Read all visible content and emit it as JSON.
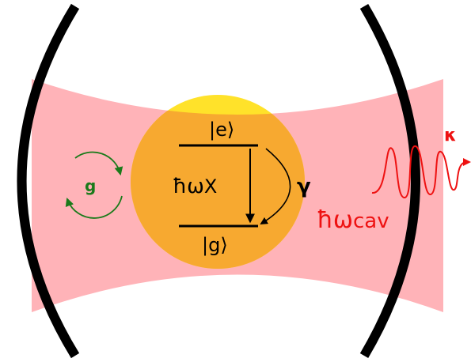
{
  "labels": {
    "excited_state": "|e⟩",
    "ground_state": "|g⟩",
    "transition_energy": "ħωX",
    "transition_energy_main": "ħω",
    "transition_energy_sub": "X",
    "decay_rate": "γ",
    "coupling": "g",
    "cavity_energy": "ħωcav",
    "cavity_energy_main": "ħω",
    "cavity_energy_sub": "cav",
    "cavity_loss": "κ"
  },
  "colors": {
    "mirror": "#000000",
    "cavity_mode": "#ffb3b8",
    "emitter": "#ffe22a",
    "overlap": "#f7a930",
    "levels": "#000000",
    "coupling": "#1a7a1a",
    "cavity_text": "#ee1111",
    "photon_wave": "#ee1111"
  },
  "icons": {
    "coupling_cycle": "circular-arrows-icon",
    "emitted_photon": "wave-packet-arrow-icon"
  }
}
